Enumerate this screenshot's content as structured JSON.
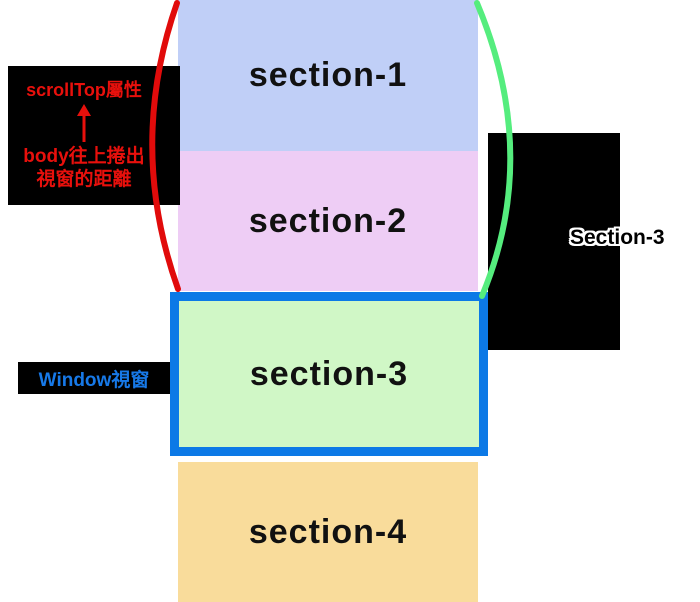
{
  "diagram": {
    "sections": [
      {
        "id": "section-1",
        "label": "section-1",
        "color": "#c0cff7"
      },
      {
        "id": "section-2",
        "label": "section-2",
        "color": "#eecdf5"
      },
      {
        "id": "section-3",
        "label": "section-3",
        "color": "#d0f7c6"
      },
      {
        "id": "section-4",
        "label": "section-4",
        "color": "#f9dc9b"
      }
    ],
    "annotations": {
      "scrolltop": {
        "title": "scrollTop屬性",
        "desc_line1": "body往上捲出",
        "desc_line2": "視窗的距離"
      },
      "window_label": "Window視窗",
      "right_label": "Section-3"
    },
    "colors": {
      "window_border": "#0c79e6",
      "window_label_text": "#1779e8",
      "annotation_red": "#e8100c",
      "brace_red": "#e10b0b",
      "brace_green": "#55ed7e",
      "note_background": "#000000"
    }
  }
}
